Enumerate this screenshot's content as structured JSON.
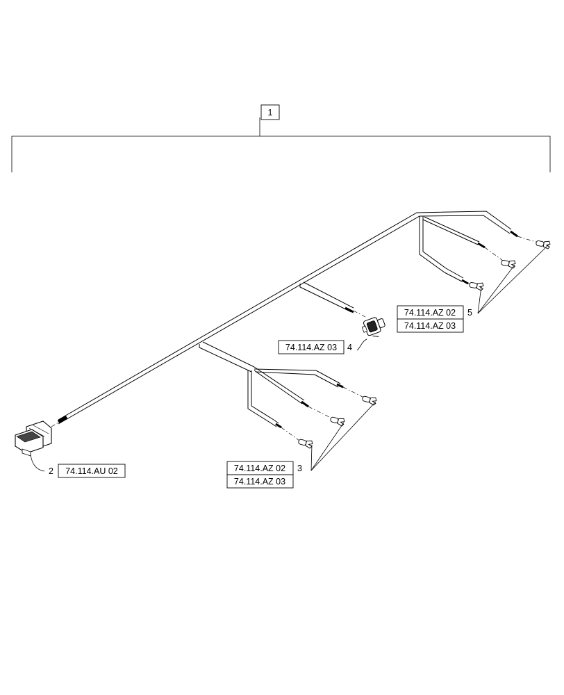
{
  "callouts": {
    "assembly": {
      "item": "1"
    },
    "connector_main": {
      "item": "2",
      "ref": "74.114.AU 02"
    },
    "terminals_left": {
      "item": "3",
      "refs": [
        "74.114.AZ 02",
        "74.114.AZ 03"
      ]
    },
    "connector_small": {
      "item": "4",
      "ref": "74.114.AZ 03"
    },
    "terminals_right": {
      "item": "5",
      "refs": [
        "74.114.AZ 02",
        "74.114.AZ 03"
      ]
    }
  },
  "colors": {
    "line": "#000000",
    "background": "#ffffff"
  }
}
